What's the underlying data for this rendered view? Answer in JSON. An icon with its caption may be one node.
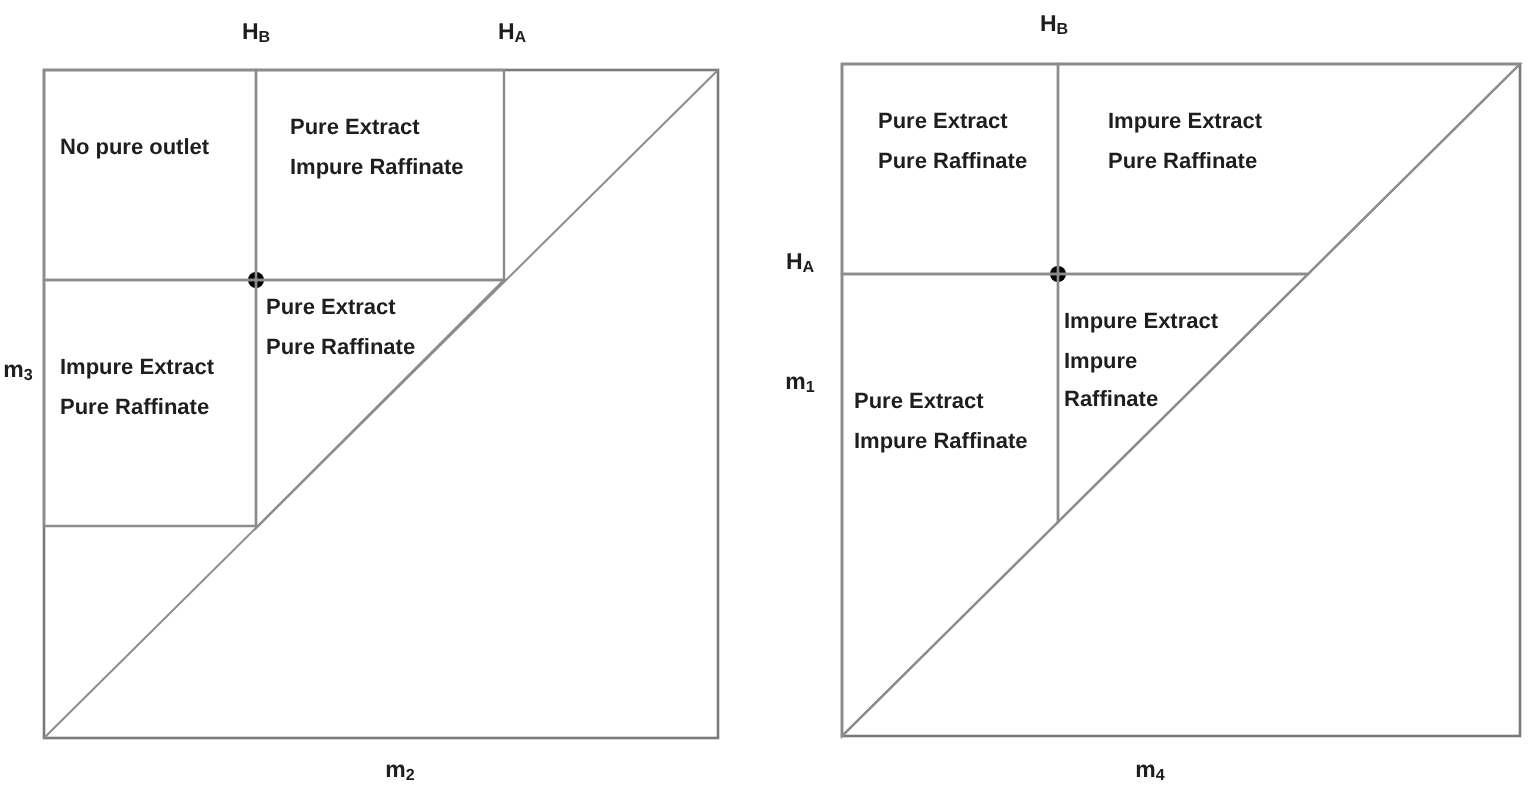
{
  "diagram": {
    "nodes": [
      {
        "text": [
          "No pure outlet"
        ]
      },
      {
        "text": [
          "Pure Extract",
          "Impure Raffinate"
        ]
      },
      {
        "text": [
          "Pure Extract",
          "Pure Raffinate"
        ]
      },
      {
        "text": [
          "Impure Extract",
          "Pure Raffinate"
        ]
      },
      {
        "text": [
          "Pure Extract",
          "Pure Raffinate"
        ]
      },
      {
        "text": [
          "Impure Extract",
          "Pure Raffinate"
        ]
      },
      {
        "text": [
          "Impure Extract",
          "Impure Raffinate"
        ]
      },
      {
        "text": [
          "Pure Extract",
          "Impure Raffinate"
        ]
      }
    ],
    "labels": [
      "H$_{B}$",
      "H$_{A}$",
      "m$_{3}$",
      "m$_{2}$",
      "H$_{B}$",
      "H$_{A}$",
      "m$_{1}$",
      "m$_{4}$"
    ]
  }
}
